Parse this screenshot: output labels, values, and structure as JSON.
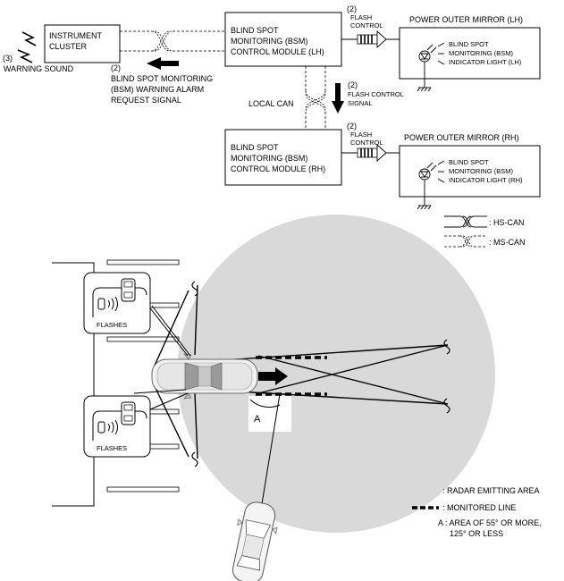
{
  "modules": {
    "instrument_cluster": [
      "INSTRUMENT",
      "CLUSTER"
    ],
    "bsm_lh": [
      "BLIND SPOT",
      "MONITORING (BSM)",
      "CONTROL MODULE (LH)"
    ],
    "bsm_rh": [
      "BLIND SPOT",
      "MONITORING (BSM)",
      "CONTROL MODULE (RH)"
    ]
  },
  "mirrors": {
    "lh_title": "POWER OUTER MIRROR (LH)",
    "lh_indicator": [
      "BLIND SPOT",
      "MONITORING (BSM)",
      "INDICATOR LIGHT (LH)"
    ],
    "rh_title": "POWER OUTER MIRROR (RH)",
    "rh_indicator": [
      "BLIND SPOT",
      "MONITORING (BSM)",
      "INDICATOR LIGHT (RH)"
    ]
  },
  "signals": {
    "warning_sound_num": "(3)",
    "warning_sound": "WARNING SOUND",
    "alarm_num": "(2)",
    "alarm_request": [
      "BLIND SPOT MONITORING",
      "(BSM) WARNING ALARM",
      "REQUEST SIGNAL"
    ],
    "flash_lh_num": "(2)",
    "flash_lh": [
      "FLASH",
      "CONTROL"
    ],
    "flash_signal_num": "(2)",
    "flash_signal": [
      "FLASH CONTROL",
      "SIGNAL"
    ],
    "flash_rh_num": "(2)",
    "flash_rh": [
      "FLASH",
      "CONTROL"
    ],
    "local_can": "LOCAL CAN"
  },
  "bus_legend": {
    "hs_can": ": HS-CAN",
    "ms_can": ": MS-CAN"
  },
  "scene": {
    "flashes_top": "FLASHES",
    "flashes_bottom": "FLASHES",
    "angle_label": "A"
  },
  "legend": {
    "radar_area": ": RADAR EMITTING AREA",
    "monitored_line": ": MONITORED LINE",
    "angle_key": "A",
    "angle_desc": [
      ": AREA OF 55° OR MORE,",
      "125° OR LESS"
    ]
  },
  "colors": {
    "radar_area": "#d9d9d9",
    "line": "#000000"
  }
}
